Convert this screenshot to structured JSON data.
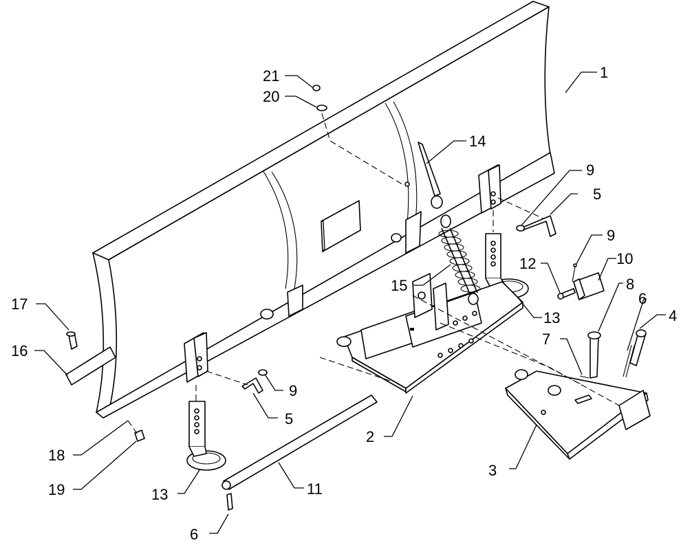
{
  "callouts": [
    {
      "label": "1"
    },
    {
      "label": "2"
    },
    {
      "label": "3"
    },
    {
      "label": "4"
    },
    {
      "label": "5"
    },
    {
      "label": "5"
    },
    {
      "label": "6"
    },
    {
      "label": "6"
    },
    {
      "label": "7"
    },
    {
      "label": "8"
    },
    {
      "label": "9"
    },
    {
      "label": "9"
    },
    {
      "label": "9"
    },
    {
      "label": "10"
    },
    {
      "label": "11"
    },
    {
      "label": "12"
    },
    {
      "label": "13"
    },
    {
      "label": "13"
    },
    {
      "label": "14"
    },
    {
      "label": "15"
    },
    {
      "label": "16"
    },
    {
      "label": "17"
    },
    {
      "label": "18"
    },
    {
      "label": "19"
    },
    {
      "label": "20"
    },
    {
      "label": "21"
    }
  ]
}
